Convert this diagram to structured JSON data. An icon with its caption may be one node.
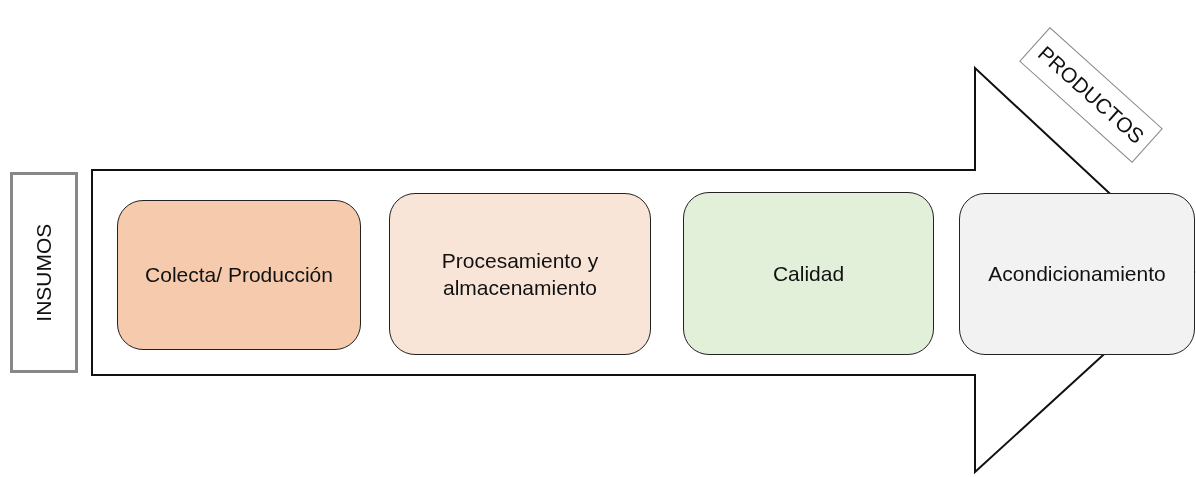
{
  "diagram": {
    "nodes": [
      {
        "text": [
          "INSUMOS"
        ]
      },
      {
        "text": [
          "Colecta/ Producción"
        ]
      },
      {
        "text": [
          "Procesamiento y almacenamiento"
        ]
      },
      {
        "text": [
          "Calidad"
        ]
      },
      {
        "text": [
          "Acondicionamiento"
        ]
      },
      {
        "text": [
          "PRODUCTOS"
        ]
      }
    ],
    "edges": [
      {
        "from": 0,
        "to": 5,
        "arrow": "to"
      }
    ]
  }
}
